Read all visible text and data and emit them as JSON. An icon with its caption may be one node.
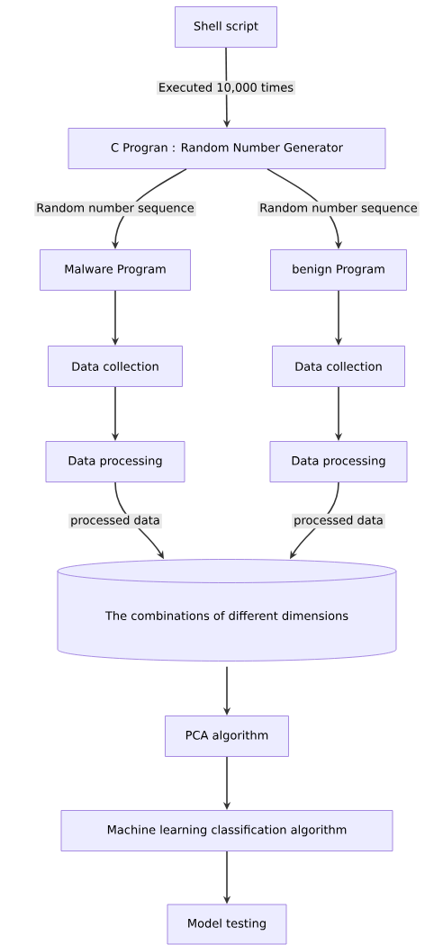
{
  "diagram": {
    "nodes": [
      {
        "text": [
          "Shell script"
        ]
      },
      {
        "text": [
          "C Progran : Random Number Generator"
        ]
      },
      {
        "text": [
          "Malware Program"
        ]
      },
      {
        "text": [
          "benign Program"
        ]
      },
      {
        "text": [
          "Data collection"
        ]
      },
      {
        "text": [
          "Data collection"
        ]
      },
      {
        "text": [
          "Data processing"
        ]
      },
      {
        "text": [
          "Data processing"
        ]
      },
      {
        "text": [
          "The combinations of different dimensions"
        ]
      },
      {
        "text": [
          "PCA algorithm"
        ]
      },
      {
        "text": [
          "Machine learning classification algorithm"
        ]
      },
      {
        "text": [
          "Model testing"
        ]
      }
    ],
    "edges": [
      {
        "from": 0,
        "to": 1,
        "arrow": "to",
        "label": "Executed 10,000 times"
      },
      {
        "from": 1,
        "to": 2,
        "arrow": "to",
        "label": "Random number sequence"
      },
      {
        "from": 1,
        "to": 3,
        "arrow": "to",
        "label": "Random number sequence"
      },
      {
        "from": 2,
        "to": 4,
        "arrow": "to"
      },
      {
        "from": 3,
        "to": 5,
        "arrow": "to"
      },
      {
        "from": 4,
        "to": 6,
        "arrow": "to"
      },
      {
        "from": 5,
        "to": 7,
        "arrow": "to"
      },
      {
        "from": 6,
        "to": 8,
        "arrow": "to",
        "label": "processed data"
      },
      {
        "from": 7,
        "to": 8,
        "arrow": "to",
        "label": "processed data"
      },
      {
        "from": 8,
        "to": 9,
        "arrow": "to"
      },
      {
        "from": 9,
        "to": 10,
        "arrow": "to"
      },
      {
        "from": 10,
        "to": 11,
        "arrow": "to"
      }
    ]
  }
}
